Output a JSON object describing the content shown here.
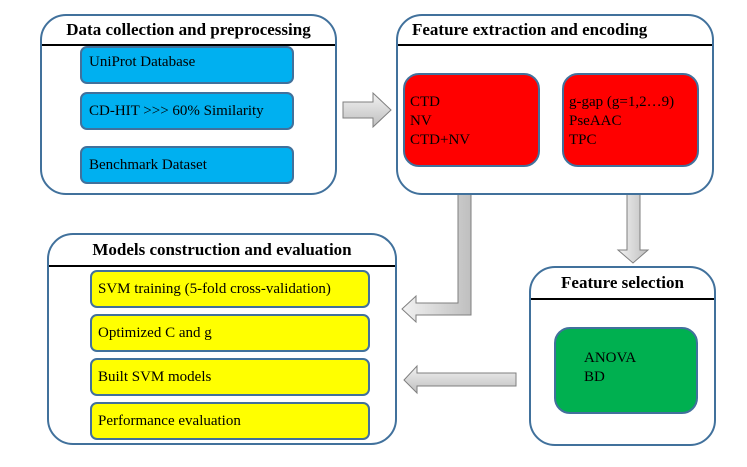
{
  "panels": {
    "data_collection": {
      "title": "Data collection and preprocessing",
      "steps": [
        "UniProt Database",
        "CD-HIT >>> 60% Similarity",
        "Benchmark Dataset"
      ]
    },
    "feature_extraction": {
      "title": "Feature extraction and encoding",
      "group1": [
        "CTD",
        "NV",
        "CTD+NV"
      ],
      "group2": [
        "g-gap (g=1,2…9)",
        "PseAAC",
        "TPC"
      ]
    },
    "feature_selection": {
      "title": "Feature selection",
      "methods": [
        "ANOVA",
        "BD"
      ]
    },
    "models": {
      "title": "Models construction and evaluation",
      "steps": [
        "SVM training (5-fold cross-validation)",
        "Optimized C and g",
        "Built SVM models",
        "Performance evaluation"
      ]
    }
  },
  "colors": {
    "panel_border": "#41719c",
    "data_box": "#00b0f0",
    "feature_box": "#ff0000",
    "selection_box": "#00b050",
    "model_box": "#ffff00",
    "arrow_fill": "#d9d9d9"
  }
}
